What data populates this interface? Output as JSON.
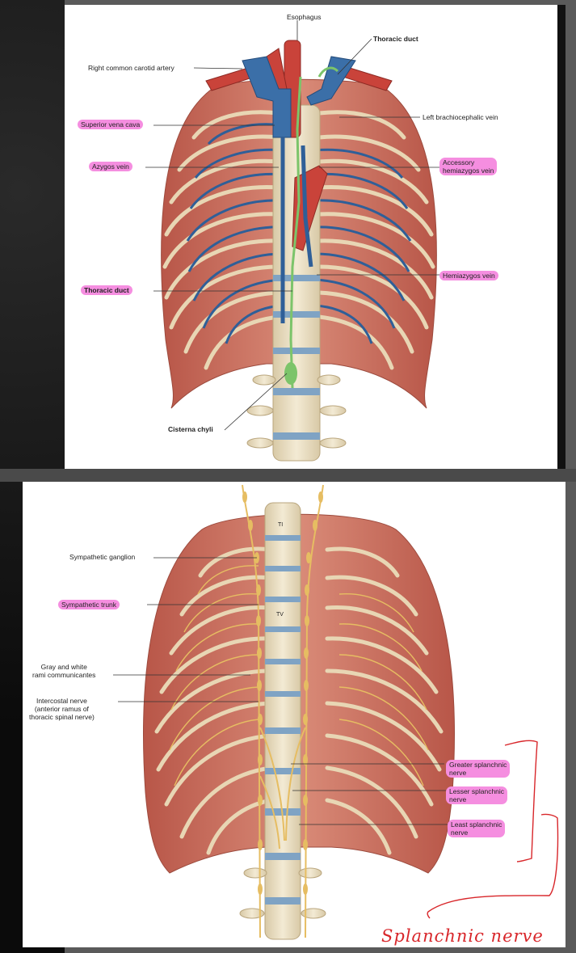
{
  "top_figure": {
    "labels": {
      "esophagus": "Esophagus",
      "thoracic_duct_top": "Thoracic duct",
      "right_common_carotid": "Right common carotid artery",
      "left_brachiocephalic": "Left brachiocephalic vein",
      "superior_vena_cava": "Superior vena cava",
      "azygos_vein": "Azygos vein",
      "accessory_hemiazygos_1": "Accessory",
      "accessory_hemiazygos_2": "hemiazygos vein",
      "hemiazygos_vein": "Hemiazygos vein",
      "thoracic_duct_left": "Thoracic duct",
      "cisterna_chyli": "Cisterna chyli"
    }
  },
  "bottom_figure": {
    "labels": {
      "t1": "TI",
      "t5": "TV",
      "sympathetic_ganglion": "Sympathetic ganglion",
      "sympathetic_trunk": "Sympathetic trunk",
      "gray_white_rami_1": "Gray and white",
      "gray_white_rami_2": "rami communicantes",
      "intercostal_nerve_1": "Intercostal nerve",
      "intercostal_nerve_2": "(anterior ramus of",
      "intercostal_nerve_3": "thoracic spinal nerve)",
      "greater_splanchnic_1": "Greater splanchnic",
      "greater_splanchnic_2": "nerve",
      "lesser_splanchnic_1": "Lesser splanchnic",
      "lesser_splanchnic_2": "nerve",
      "least_splanchnic_1": "Least splanchnic",
      "least_splanchnic_2": "nerve"
    },
    "handwritten_note": "Splanchnic nerve"
  },
  "colors": {
    "highlight": "#f58ee0",
    "muscle": "#c9695a",
    "vein": "#3b6fa8",
    "artery": "#c9433a",
    "bone": "#e9dcc0",
    "disc": "#7fa3c4",
    "lymph": "#7cc46a",
    "nerve": "#e6bd62",
    "ink": "#d8262a"
  }
}
